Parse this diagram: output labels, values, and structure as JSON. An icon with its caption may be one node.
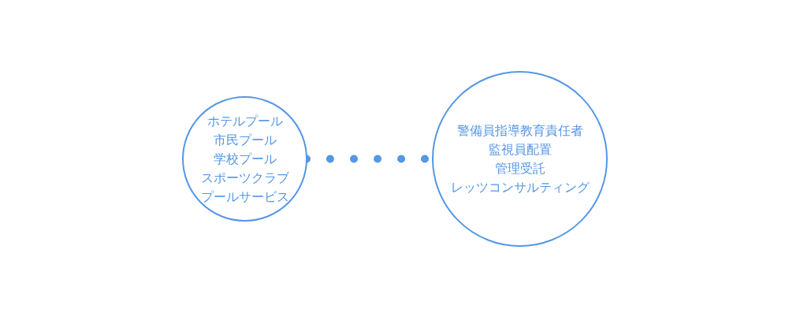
{
  "diagram": {
    "nodes": [
      {
        "text": [
          "ホテルプール",
          "市民プール",
          "学校プール",
          "スポーツクラブ",
          "プールサービス"
        ]
      },
      {
        "text": [
          "警備員指導教育責任者",
          "監視員配置",
          "管理受託",
          "レッツコンサルティング"
        ]
      }
    ],
    "edges": [
      {
        "from": 0,
        "to": 1,
        "arrow": "none",
        "style": "dashed"
      }
    ]
  }
}
